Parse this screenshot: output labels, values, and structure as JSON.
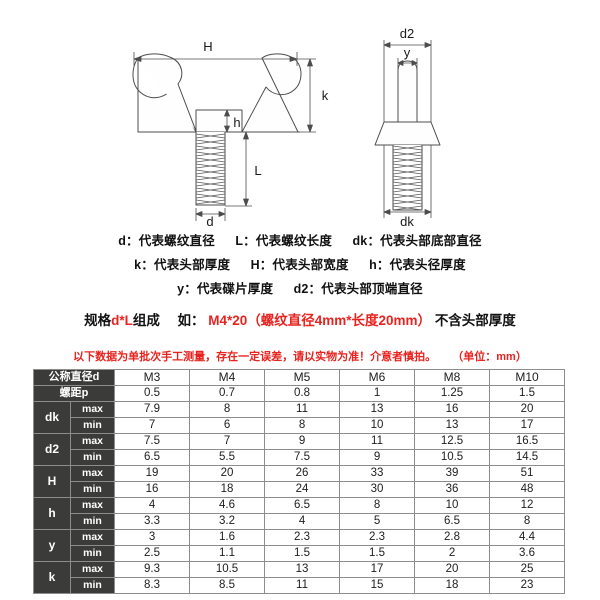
{
  "drawings": {
    "front_view": {
      "name": "wing-bolt-front-view",
      "dimension_labels": [
        "H",
        "k",
        "h",
        "L",
        "d"
      ]
    },
    "side_view": {
      "name": "wing-bolt-side-view",
      "dimension_labels": [
        "d2",
        "y",
        "dk"
      ]
    }
  },
  "legend": {
    "lines": [
      [
        {
          "text": "d：代表螺纹直径"
        },
        {
          "text": "L：代表螺纹长度"
        },
        {
          "text": "dk：代表头部底部直径"
        }
      ],
      [
        {
          "text": "k：代表头部厚度"
        },
        {
          "text": "H：代表头部宽度"
        },
        {
          "text": "h：代表头径厚度"
        }
      ],
      [
        {
          "text": "y：代表碟片厚度"
        },
        {
          "text": "d2：代表头部顶端直径"
        }
      ]
    ]
  },
  "spec_line": {
    "part1_black": "规格",
    "part2_red": "d*L",
    "part3_black": "组成",
    "part4_black": "如：",
    "part5_red": "M4*20（螺纹直径4mm*长度20mm）",
    "part6_black": "不含头部厚度"
  },
  "notice_line": {
    "text": "以下数据为单批次手工测量，存在一定误差，请以实物为准！介意者慎拍。",
    "unit_note": "（单位：mm）"
  },
  "colors": {
    "header_bg": "#3b3b39",
    "header_text": "#ffffff",
    "accent_red": "#e8231f",
    "body_text": "#1d1d1d",
    "border": "#8d8d8d",
    "drawing_line": "#4d4d4d"
  },
  "table": {
    "header_rows": [
      {
        "label": "公称直径d",
        "values": [
          "M3",
          "M4",
          "M5",
          "M6",
          "M8",
          "M10"
        ]
      },
      {
        "label": "螺距p",
        "values": [
          "0.5",
          "0.7",
          "0.8",
          "1",
          "1.25",
          "1.5"
        ]
      }
    ],
    "dimension_rows": [
      {
        "label": "dk",
        "max_label": "max",
        "min_label": "min",
        "max": [
          "7.9",
          "8",
          "11",
          "13",
          "16",
          "20"
        ],
        "min": [
          "7",
          "6",
          "8",
          "10",
          "13",
          "17"
        ]
      },
      {
        "label": "d2",
        "max_label": "max",
        "min_label": "min",
        "max": [
          "7.5",
          "7",
          "9",
          "11",
          "12.5",
          "16.5"
        ],
        "min": [
          "6.5",
          "5.5",
          "7.5",
          "9",
          "10.5",
          "14.5"
        ]
      },
      {
        "label": "H",
        "max_label": "max",
        "min_label": "min",
        "max": [
          "19",
          "20",
          "26",
          "33",
          "39",
          "51"
        ],
        "min": [
          "16",
          "18",
          "24",
          "30",
          "36",
          "48"
        ]
      },
      {
        "label": "h",
        "max_label": "max",
        "min_label": "min",
        "max": [
          "4",
          "4.6",
          "6.5",
          "8",
          "10",
          "12"
        ],
        "min": [
          "3.3",
          "3.2",
          "4",
          "5",
          "6.5",
          "8"
        ]
      },
      {
        "label": "y",
        "max_label": "max",
        "min_label": "min",
        "max": [
          "3",
          "1.6",
          "2.3",
          "2.3",
          "2.8",
          "4.4"
        ],
        "min": [
          "2.5",
          "1.1",
          "1.5",
          "1.5",
          "2",
          "3.6"
        ]
      },
      {
        "label": "k",
        "max_label": "max",
        "min_label": "min",
        "max": [
          "9.3",
          "10.5",
          "13",
          "17",
          "20",
          "25"
        ],
        "min": [
          "8.3",
          "8.5",
          "11",
          "15",
          "18",
          "23"
        ]
      }
    ]
  }
}
